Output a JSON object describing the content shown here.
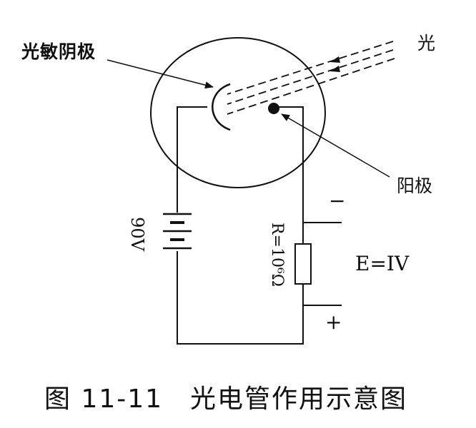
{
  "labels": {
    "photocathode": "光敏阴极",
    "light": "光",
    "anode": "阳极",
    "battery_voltage": "90V",
    "resistance": "R=10⁶Ω",
    "emf": "E=IV",
    "minus_sign": "−",
    "plus_sign": "+"
  },
  "caption": {
    "text": "图 11-11　光电管作用示意图"
  }
}
